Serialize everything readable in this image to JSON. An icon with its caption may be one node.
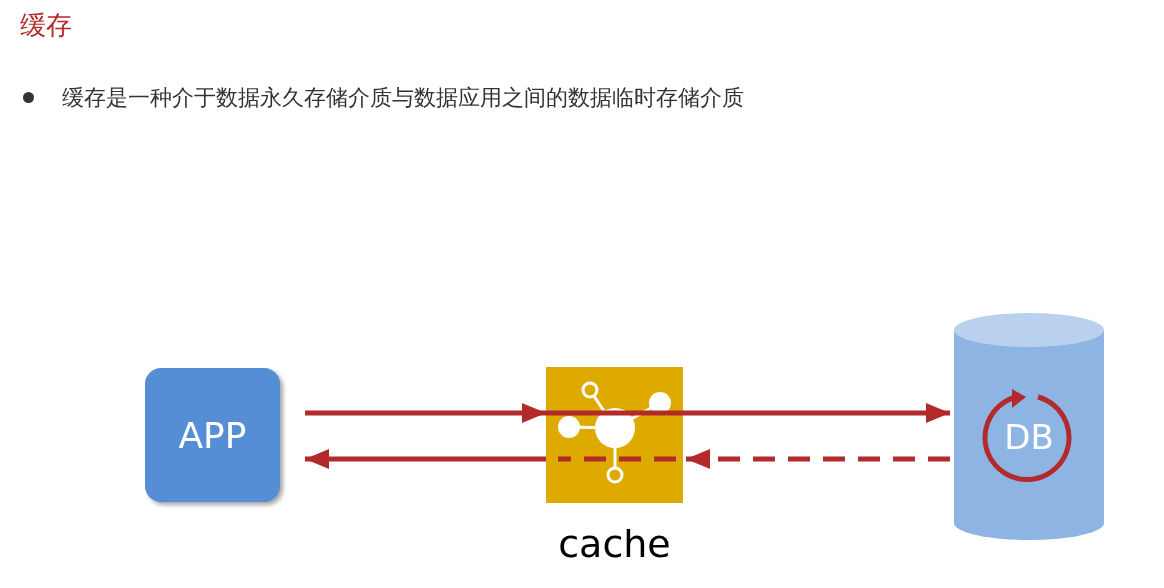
{
  "diagram": {
    "title": "缓存",
    "nodes": [
      {
        "text": [
          "APP"
        ]
      },
      {
        "text": [
          "cache"
        ]
      },
      {
        "text": [
          "DB"
        ]
      }
    ],
    "edges": [
      {
        "from": 0,
        "to": 1,
        "arrow": "to"
      },
      {
        "from": 1,
        "to": 2,
        "arrow": "to"
      },
      {
        "from": 1,
        "to": 0,
        "arrow": "to"
      },
      {
        "from": 2,
        "to": 1,
        "arrow": "to",
        "style": "dashed"
      }
    ],
    "labels": [
      "缓存是一种介于数据永久存储介质与数据应用之间的数据临时存储介质"
    ]
  }
}
